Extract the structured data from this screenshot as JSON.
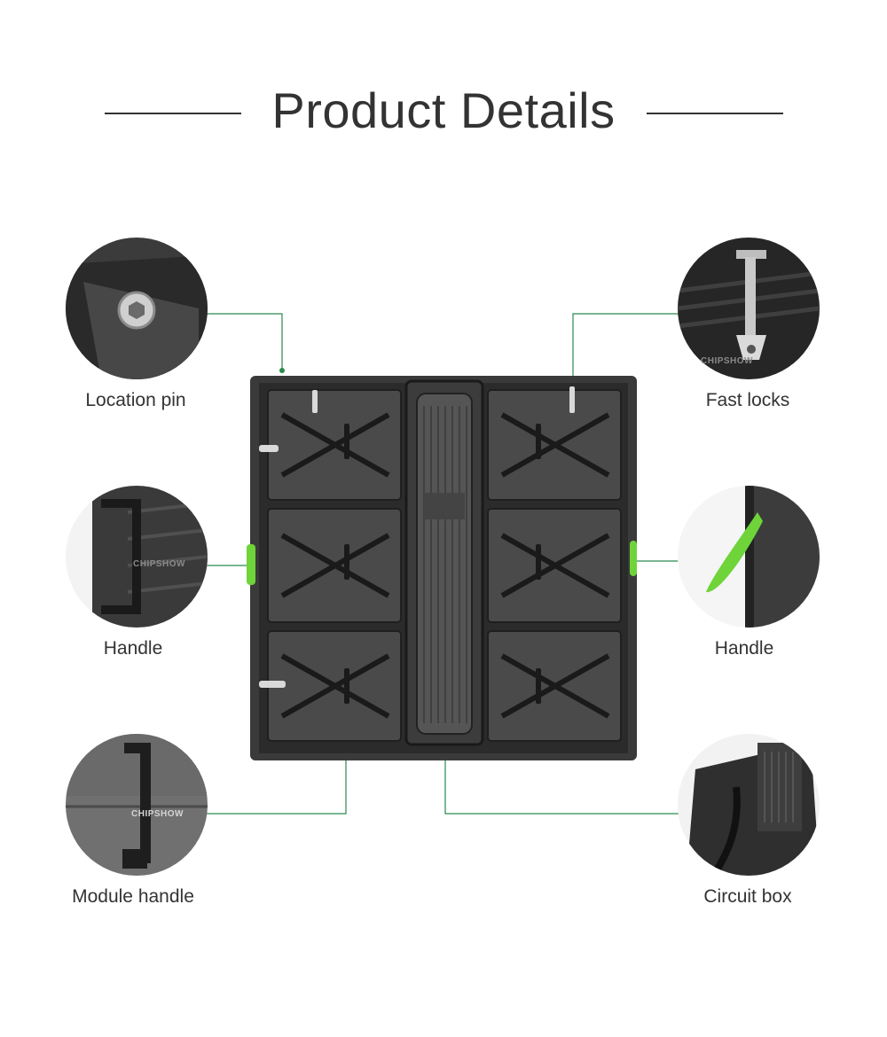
{
  "header": {
    "title": "Product Details"
  },
  "callouts": {
    "location_pin": "Location pin",
    "fast_locks": "Fast locks",
    "handle_left": "Handle",
    "handle_right": "Handle",
    "module_handle": "Module handle",
    "circuit_box": "Circuit box"
  },
  "brand": {
    "name": "CHIPSHOW"
  },
  "colors": {
    "accent_green": "#2a8a4f",
    "handle_green": "#6ed43a",
    "panel_dark": "#2b2b2b"
  },
  "icons": [
    "location-pin-icon",
    "fast-lock-icon",
    "handle-icon",
    "module-handle-icon",
    "circuit-box-icon"
  ]
}
